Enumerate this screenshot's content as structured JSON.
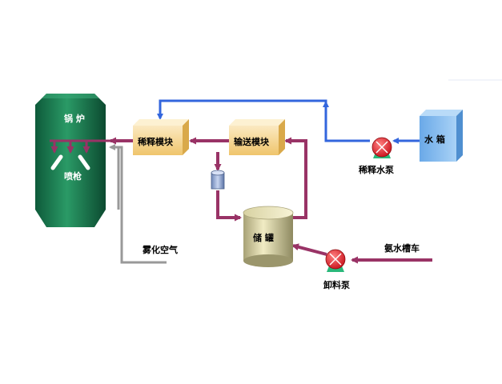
{
  "diagram": {
    "boiler": {
      "label": "锅 炉",
      "nozzle_label": "喷枪"
    },
    "dilution_module": {
      "label": "稀释模块"
    },
    "transfer_module": {
      "label": "输送模块"
    },
    "storage_tank": {
      "label": "储 罐"
    },
    "water_tank": {
      "label": "水 箱"
    },
    "dilution_pump": {
      "label": "稀释水泵"
    },
    "unload_pump": {
      "label": "卸料泵"
    },
    "ammonia_truck": {
      "label": "氨水槽车"
    },
    "atomizing_air": {
      "label": "雾化空气"
    }
  },
  "colors": {
    "water_line": "#3366dd",
    "ammonia_line": "#993366",
    "air_line": "#999999",
    "boiler": "#1e7a52",
    "module": "#f3d28a",
    "tank": "#e2dcb0",
    "water_tank": "#7fb8ee",
    "pump": "#e8202a",
    "pump_base": "#2ab87a"
  }
}
